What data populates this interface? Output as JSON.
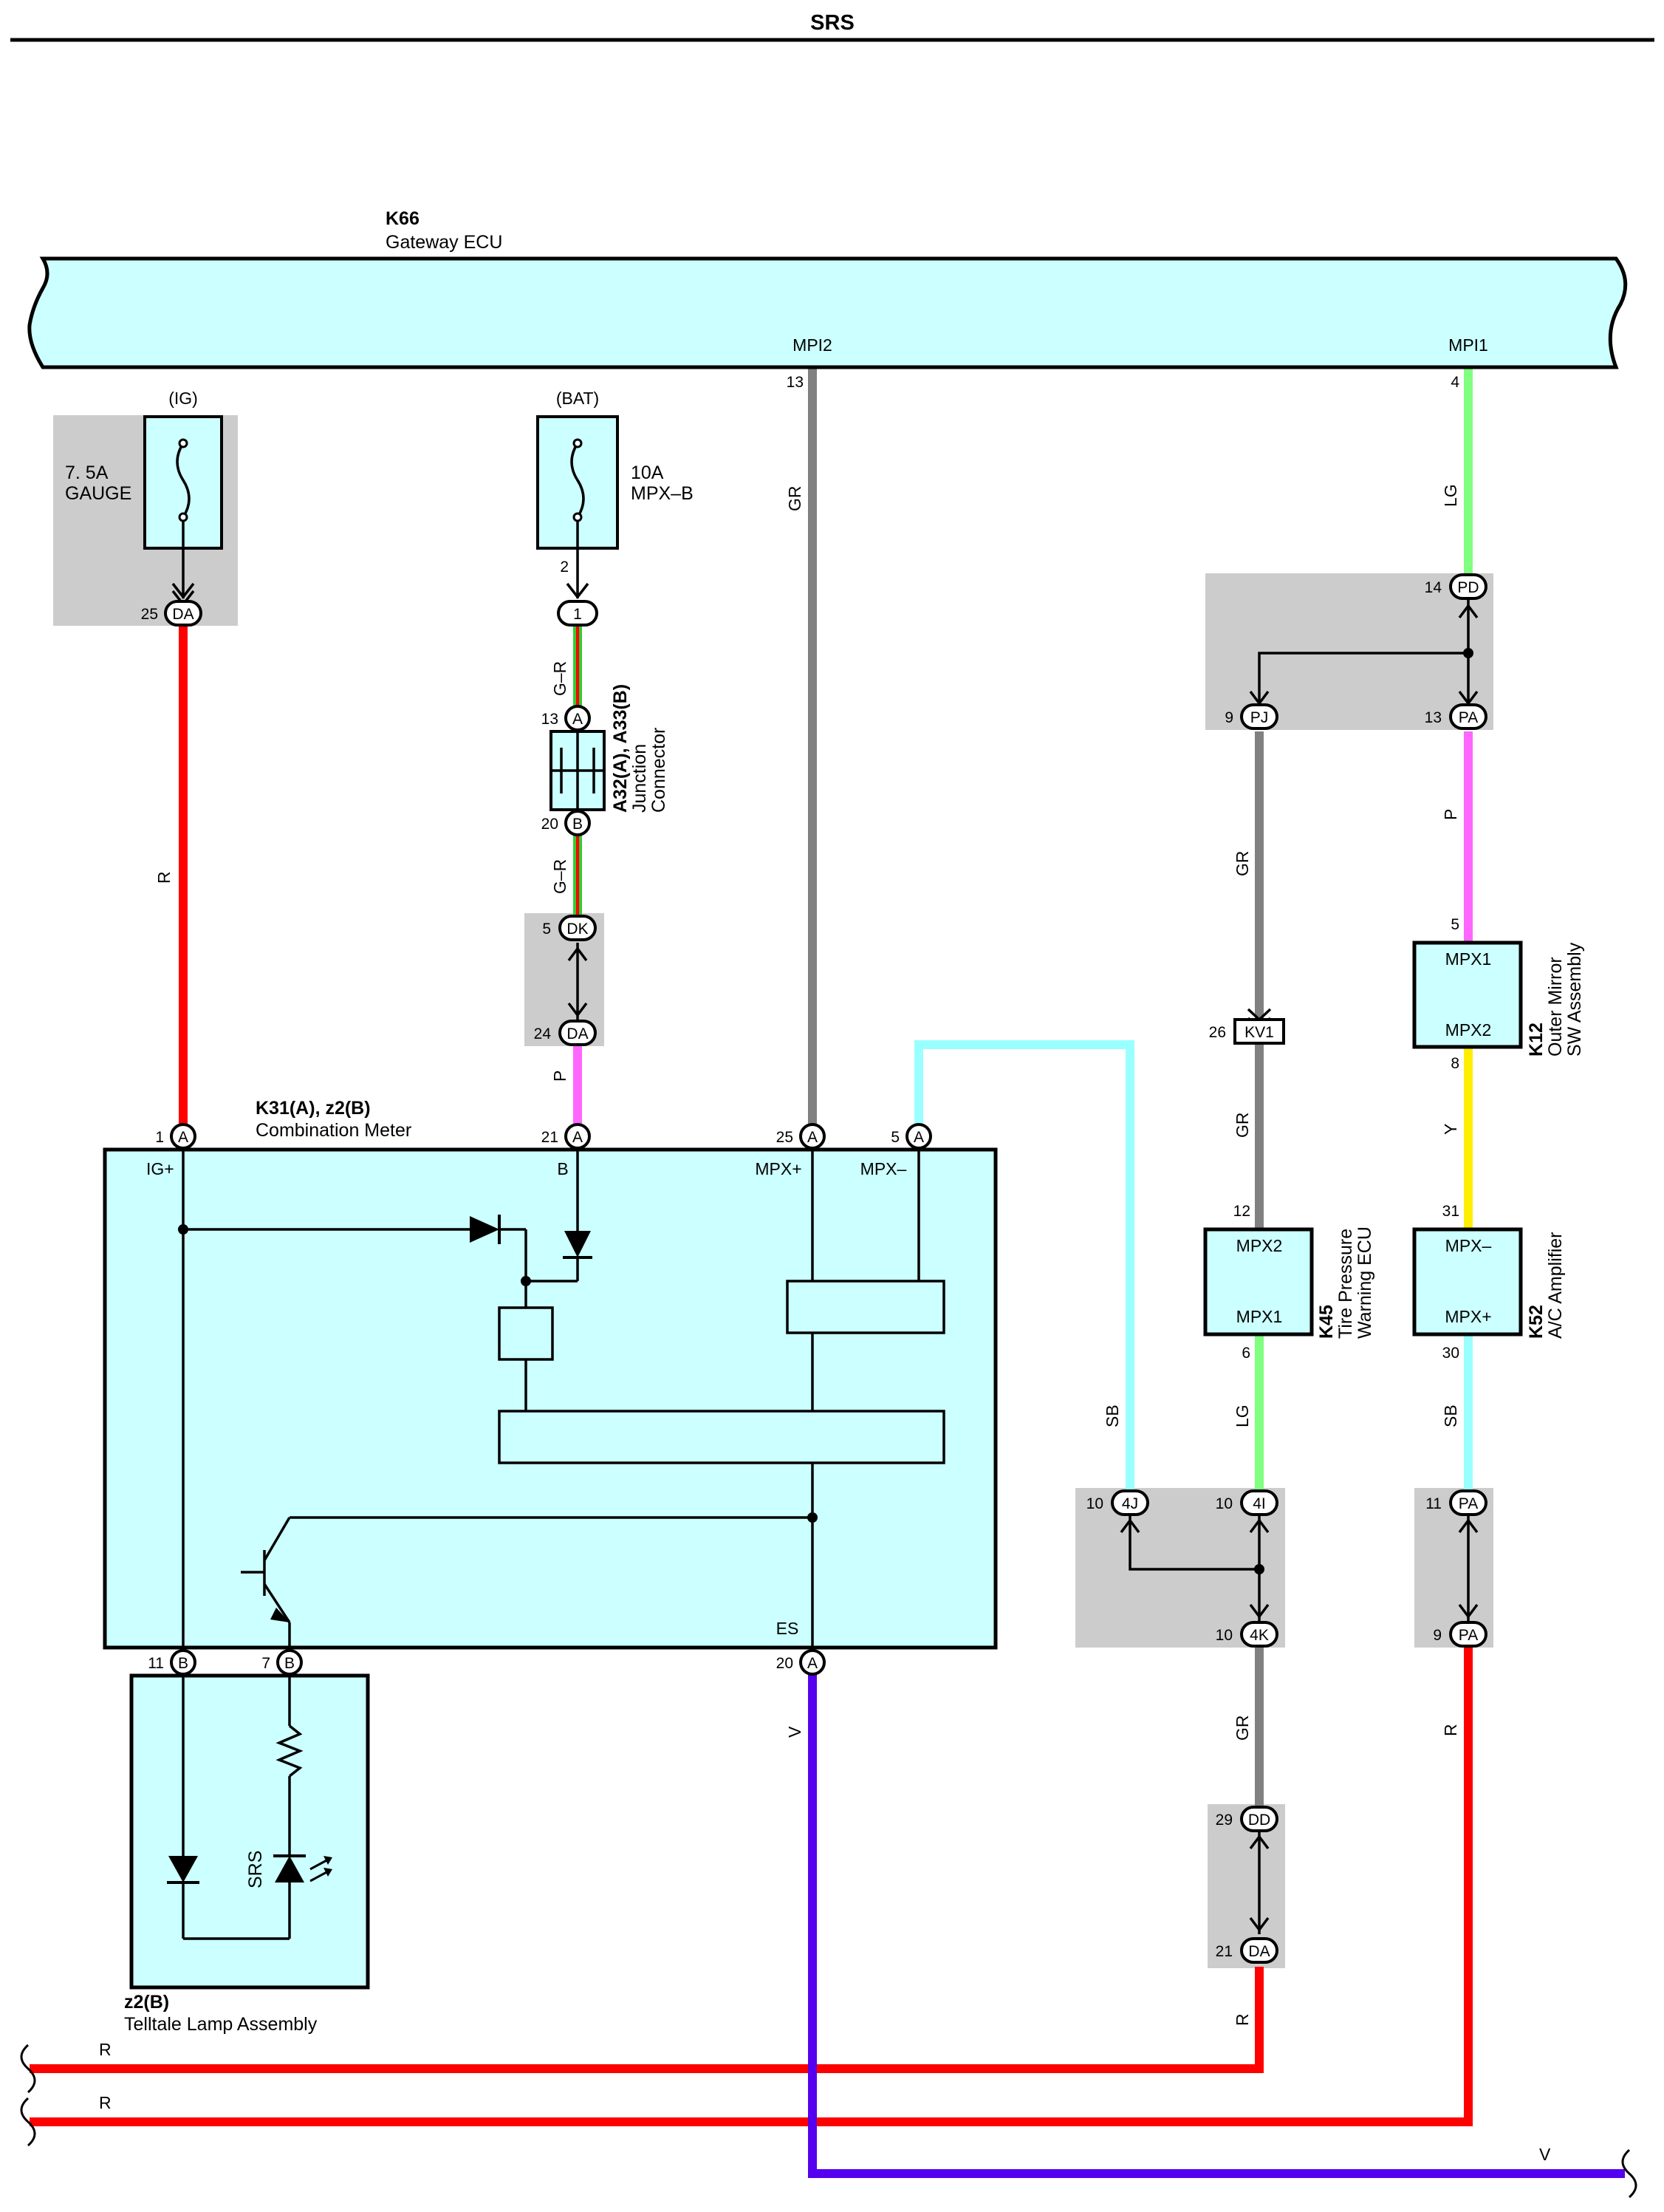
{
  "title": "SRS",
  "components": {
    "gateway": {
      "code": "K66",
      "name": "Gateway ECU",
      "pin_mpi2": "MPI2",
      "pin_mpi1": "MPI1"
    },
    "fuse_ig": {
      "supply": "(IG)",
      "rating": "7. 5A",
      "name": "GAUGE"
    },
    "fuse_bat": {
      "supply": "(BAT)",
      "rating": "10A",
      "name": "MPX–B"
    },
    "junction": {
      "code": "A32(A), A33(B)",
      "name1": "Junction",
      "name2": "Connector"
    },
    "meter": {
      "code": "K31(A), z2(B)",
      "name": "Combination Meter",
      "pin_ig": "IG+",
      "pin_b": "B",
      "pin_mpxp": "MPX+",
      "pin_mpxm": "MPX–",
      "pin_es": "ES"
    },
    "telltale": {
      "code": "z2(B)",
      "name": "Telltale Lamp Assembly",
      "lamp_label": "SRS"
    },
    "mirror": {
      "code": "K12",
      "name1": "Outer Mirror",
      "name2": "SW Assembly",
      "pin_top": "MPX1",
      "pin_bot": "MPX2"
    },
    "tire": {
      "code": "K45",
      "name1": "Tire Pressure",
      "name2": "Warning ECU",
      "pin_top": "MPX2",
      "pin_bot": "MPX1"
    },
    "ac": {
      "code": "K52",
      "name": "A/C Amplifier",
      "pin_top": "MPX–",
      "pin_bot": "MPX+"
    }
  },
  "wires": {
    "r": "R",
    "gr": "GR",
    "lg": "LG",
    "p": "P",
    "y": "Y",
    "sb": "SB",
    "v": "V",
    "gr_r": "G–R"
  },
  "connectors": {
    "da": "DA",
    "dk": "DK",
    "a": "A",
    "b": "B",
    "one": "1",
    "pd": "PD",
    "pj": "PJ",
    "pa": "PA",
    "kv1": "KV1",
    "c4j": "4J",
    "c4i": "4I",
    "c4k": "4K",
    "dd": "DD"
  },
  "pins": {
    "p1": "1",
    "p2": "2",
    "p4": "4",
    "p5": "5",
    "p6": "6",
    "p7": "7",
    "p8": "8",
    "p9": "9",
    "p10": "10",
    "p11": "11",
    "p12": "12",
    "p13": "13",
    "p14": "14",
    "p20": "20",
    "p21": "21",
    "p24": "24",
    "p25": "25",
    "p26": "26",
    "p29": "29",
    "p30": "30",
    "p31": "31"
  },
  "colors": {
    "red": "#ff0000",
    "gray": "#808080",
    "light_green": "#80ff80",
    "pink": "#ff66ff",
    "yellow": "#ffee00",
    "sky_blue": "#99ffff",
    "violet": "#5500ee",
    "green": "#33cc33",
    "box_fill": "#ccffff",
    "connector_gray": "#cccccc"
  },
  "icons": [
    "fuse-icon",
    "diode-icon",
    "relay-coil-icon",
    "transistor-icon",
    "resistor-icon",
    "led-lamp-icon",
    "wire-break-icon"
  ]
}
